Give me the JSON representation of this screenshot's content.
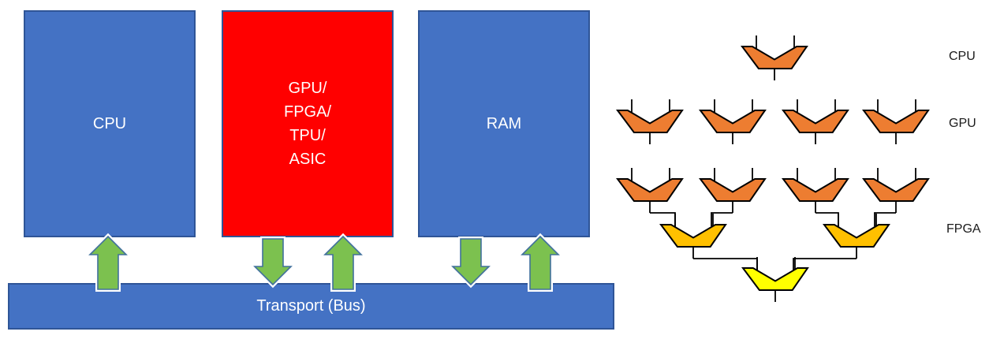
{
  "blocks": {
    "cpu": {
      "label": "CPU",
      "fill": "#4472C4",
      "border": "#2F5597"
    },
    "accelerator": {
      "lines": [
        "GPU/",
        "FPGA/",
        "TPU/",
        "ASIC"
      ],
      "fill": "#FF0000",
      "border": "#2F5597"
    },
    "ram": {
      "label": "RAM",
      "fill": "#4472C4",
      "border": "#2F5597"
    },
    "bus": {
      "label": "Transport (Bus)",
      "fill": "#4472C4",
      "border": "#2F5597"
    }
  },
  "arrows": {
    "fill": "#7CC14F",
    "outline": "#41719C",
    "halo": "#FFFFFF",
    "count_up": 3,
    "count_down": 2
  },
  "adder_tree": {
    "row_labels": [
      {
        "id": "cpu",
        "label": "CPU"
      },
      {
        "id": "gpu",
        "label": "GPU"
      },
      {
        "id": "fpga",
        "label": "FPGA"
      }
    ],
    "funnel_fill_top": "#ED7D31",
    "funnel_fill_mid": "#FFC000",
    "funnel_fill_root": "#FFFF00",
    "outline": "#000000",
    "counts": {
      "cpu_row": 1,
      "gpu_row": 4,
      "fpga_level1": 4,
      "fpga_level2": 2,
      "fpga_level3": 1
    }
  }
}
